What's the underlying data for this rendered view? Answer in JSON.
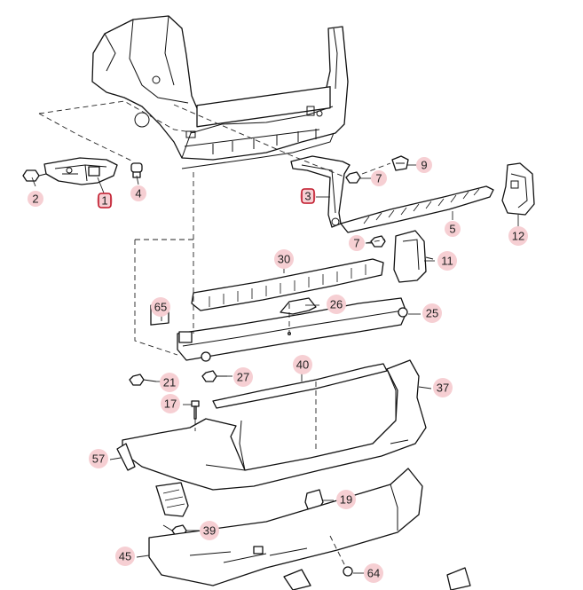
{
  "diagram": {
    "callouts": [
      {
        "id": "c2",
        "label": "2",
        "highlight": false
      },
      {
        "id": "c1",
        "label": "1",
        "highlight": true
      },
      {
        "id": "c4",
        "label": "4",
        "highlight": false
      },
      {
        "id": "c9",
        "label": "9",
        "highlight": false
      },
      {
        "id": "c7a",
        "label": "7",
        "highlight": false
      },
      {
        "id": "c3",
        "label": "3",
        "highlight": true
      },
      {
        "id": "c5",
        "label": "5",
        "highlight": false
      },
      {
        "id": "c12",
        "label": "12",
        "highlight": false
      },
      {
        "id": "c7b",
        "label": "7",
        "highlight": false
      },
      {
        "id": "c11",
        "label": "11",
        "highlight": false
      },
      {
        "id": "c30",
        "label": "30",
        "highlight": false
      },
      {
        "id": "c26",
        "label": "26",
        "highlight": false
      },
      {
        "id": "c65",
        "label": "65",
        "highlight": false
      },
      {
        "id": "c25",
        "label": "25",
        "highlight": false
      },
      {
        "id": "c40",
        "label": "40",
        "highlight": false
      },
      {
        "id": "c21",
        "label": "21",
        "highlight": false
      },
      {
        "id": "c27",
        "label": "27",
        "highlight": false
      },
      {
        "id": "c37",
        "label": "37",
        "highlight": false
      },
      {
        "id": "c17",
        "label": "17",
        "highlight": false
      },
      {
        "id": "c57",
        "label": "57",
        "highlight": false
      },
      {
        "id": "c19",
        "label": "19",
        "highlight": false
      },
      {
        "id": "c39",
        "label": "39",
        "highlight": false
      },
      {
        "id": "c45",
        "label": "45",
        "highlight": false
      },
      {
        "id": "c64",
        "label": "64",
        "highlight": false
      }
    ],
    "colors": {
      "line": "#111111",
      "callout_background": "#f6cfd3",
      "highlight_box": "#c0182a"
    }
  }
}
